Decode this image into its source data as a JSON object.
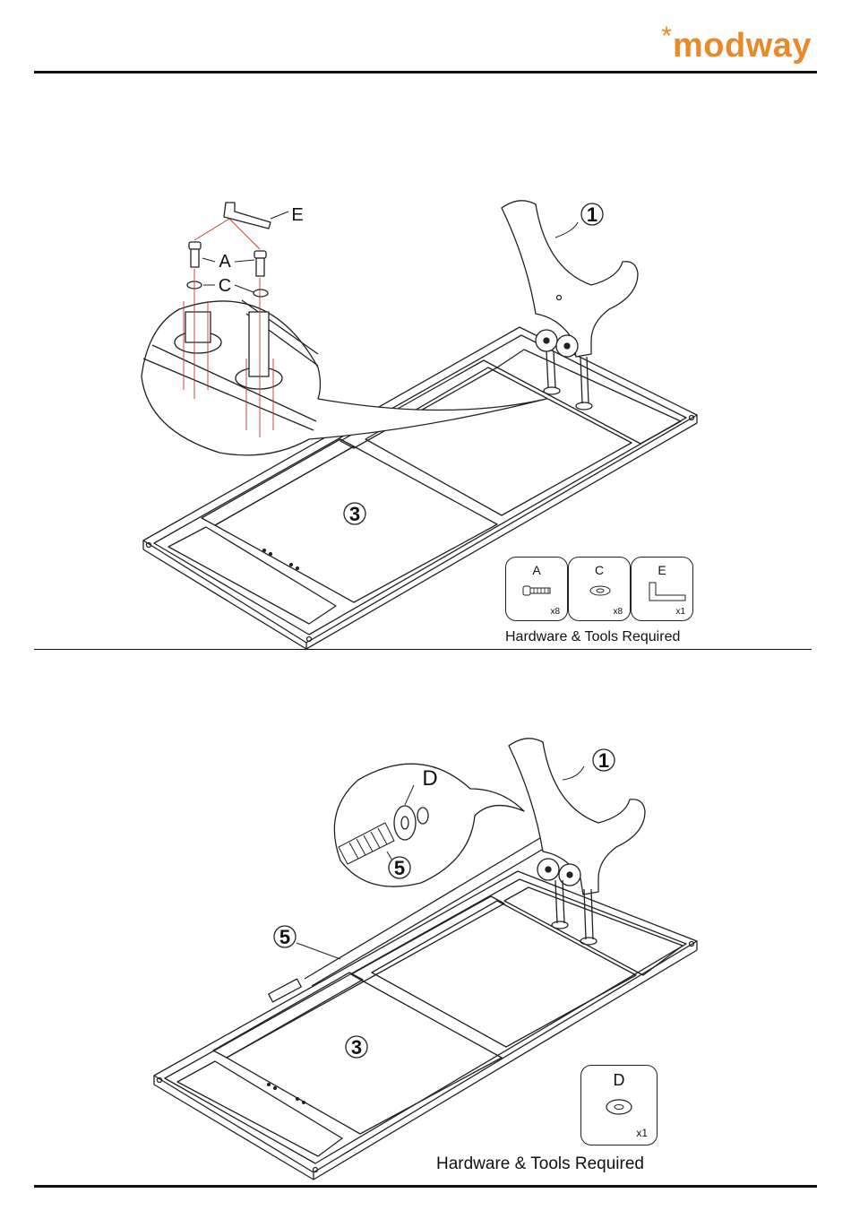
{
  "brand": {
    "star": "*",
    "name": "modway",
    "color": "#e8892a"
  },
  "step1": {
    "callouts": {
      "frame": "1",
      "base": "3",
      "bolt": "A",
      "washer": "C",
      "wrench": "E"
    },
    "hardware_title": "Hardware & Tools Required",
    "hardware": [
      {
        "label": "A",
        "qty": "x8",
        "icon": "bolt-icon"
      },
      {
        "label": "C",
        "qty": "x8",
        "icon": "washer-icon"
      },
      {
        "label": "E",
        "qty": "x1",
        "icon": "allen-wrench-icon"
      }
    ]
  },
  "step2": {
    "callouts": {
      "frame": "1",
      "base": "3",
      "bar": "5",
      "bar_detail": "5",
      "washer": "D"
    },
    "hardware_title": "Hardware & Tools Required",
    "hardware": [
      {
        "label": "D",
        "qty": "x1",
        "icon": "washer-icon"
      }
    ]
  },
  "colors": {
    "hint_lines": "#c0392b",
    "line": "#222222"
  }
}
